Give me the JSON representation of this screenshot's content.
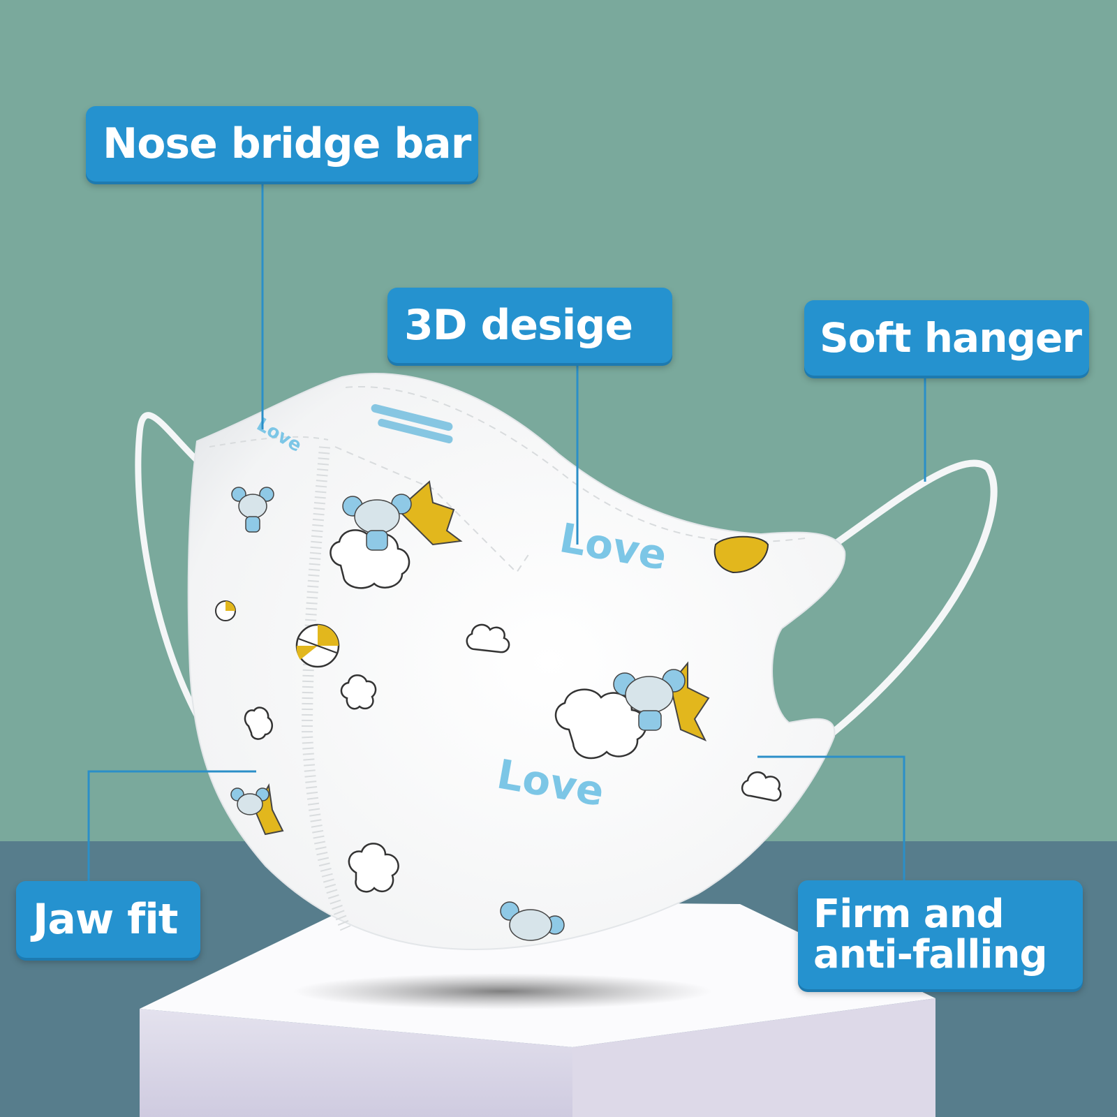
{
  "labels": {
    "nose_bridge": "Nose bridge bar",
    "design_3d": "3D desige",
    "soft_hanger": "Soft hanger",
    "jaw_fit": "Jaw fit",
    "firm_line1": "Firm and",
    "firm_line2": "anti-falling"
  },
  "print_text": "Love",
  "colors": {
    "wall": "#7aa99c",
    "floor": "#577d8c",
    "label_blue": "#2592cf",
    "leader_line": "#2b8fc8",
    "print_blue": "#7cc6e6",
    "print_yellow": "#e2b71d"
  }
}
